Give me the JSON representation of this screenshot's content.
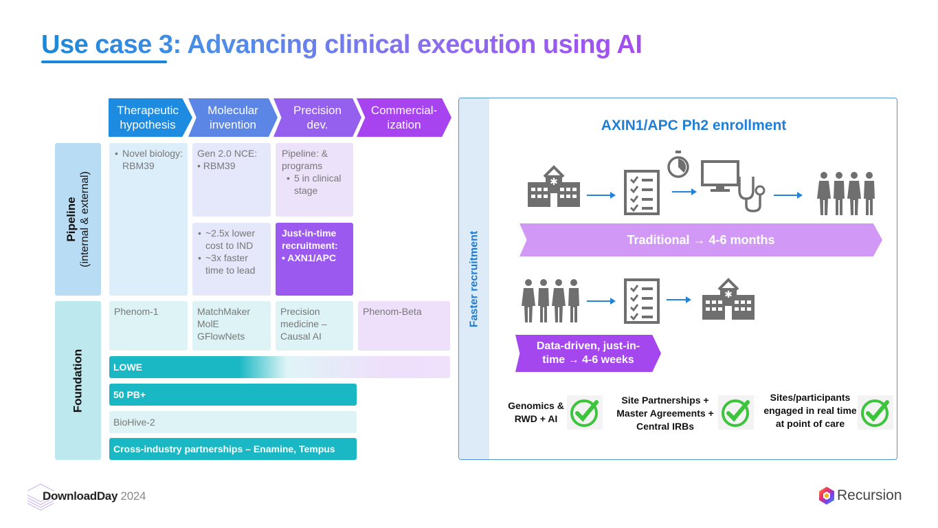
{
  "title": {
    "prefix": "Use case 3:",
    "main": " Advancing clinical execution using AI"
  },
  "stages": [
    {
      "line1": "Therapeutic",
      "line2": "hypothesis"
    },
    {
      "line1": "Molecular",
      "line2": "invention"
    },
    {
      "line1": "Precision",
      "line2": "dev."
    },
    {
      "line1": "Commercial-",
      "line2": "ization"
    }
  ],
  "pipeline": {
    "label_bold": "Pipeline",
    "label_sub": "(internal & external)",
    "cells": {
      "therapeutic": {
        "bullet": "Novel biology: RBM39"
      },
      "molecular_top": {
        "heading": "Gen 2.0 NCE:",
        "bullet": "RBM39"
      },
      "precision_top": {
        "heading": "Pipeline: & programs",
        "bullet": "5 in clinical stage"
      },
      "molecular_bottom": {
        "bullets": [
          "~2.5x lower cost to IND",
          "~3x faster time to lead"
        ]
      },
      "precision_bottom": {
        "heading": "Just-in-time recruitment:",
        "bullet": "AXN1/APC"
      }
    }
  },
  "foundation": {
    "label": "Foundation",
    "cells": [
      "Phenom-1",
      "MatchMaker\nMolE\nGFlowNets",
      "Precision medicine – Causal AI",
      "Phenom-Beta"
    ],
    "bars": [
      "LOWE",
      "50 PB+",
      "BioHive-2",
      "Cross-industry partnerships – Enamine, Tempus"
    ]
  },
  "panel": {
    "side_label": "Faster recruitment",
    "title": "AXIN1/APC Ph2 enrollment",
    "traditional": "Traditional  → 4-6 months",
    "data_driven": "Data-driven, just-in-time → 4-6 weeks",
    "checks": [
      {
        "text": "Genomics & RWD + AI"
      },
      {
        "text": "Site Partnerships + Master Agreements + Central IRBs"
      },
      {
        "text": "Sites/participants engaged in real time at point of care"
      }
    ]
  },
  "footer": {
    "event": "DownloadDay",
    "year": "2024",
    "brand": "Recursion"
  },
  "colors": {
    "blue": "#1c8be0",
    "purple": "#a843f0",
    "teal": "#1ab8c4",
    "check_green": "#3cc43c"
  }
}
